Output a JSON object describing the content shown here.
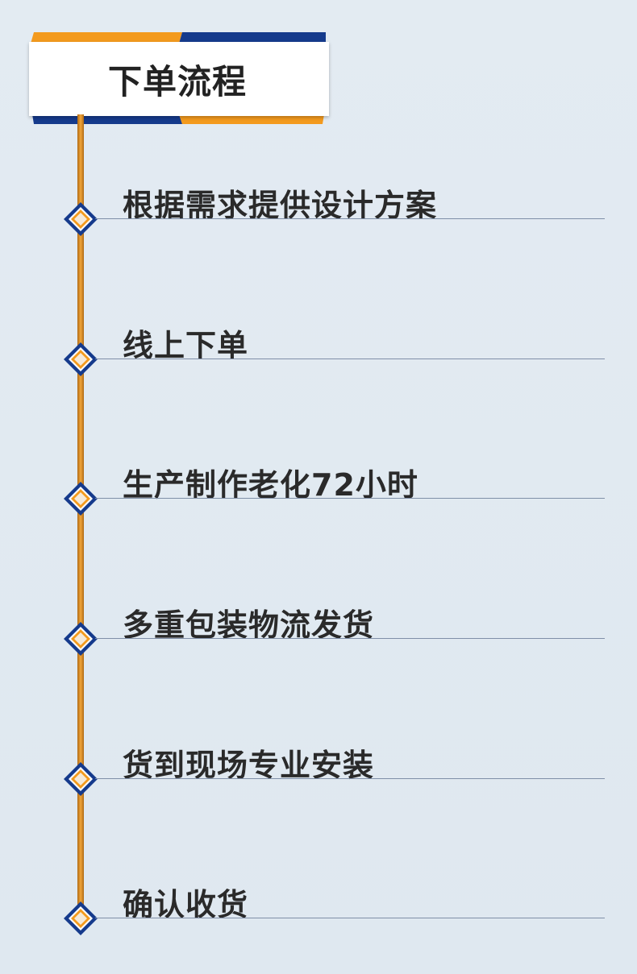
{
  "header": {
    "title": "下单流程"
  },
  "colors": {
    "background": "#e0e9f1",
    "accent_orange": "#f39a1e",
    "accent_blue": "#153a8c",
    "text": "#2a2a2a"
  },
  "steps": [
    {
      "label": "根据需求提供设计方案"
    },
    {
      "label": "线上下单"
    },
    {
      "label": "生产制作老化72小时"
    },
    {
      "label": "多重包装物流发货"
    },
    {
      "label": "货到现场专业安装"
    },
    {
      "label": "确认收货"
    }
  ],
  "icons": {
    "step_marker": "diamond-marker-icon"
  }
}
